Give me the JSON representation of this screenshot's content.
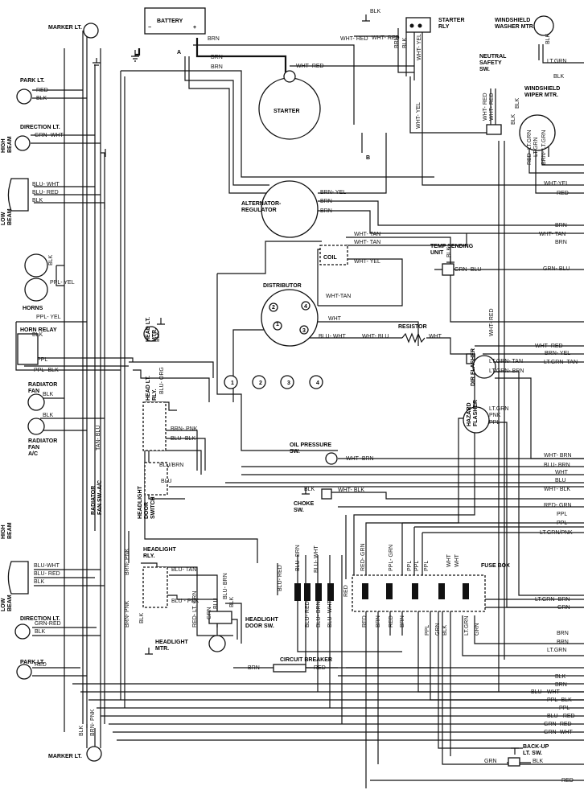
{
  "components": {
    "marker_lt_top": "MARKER LT.",
    "battery": "BATTERY",
    "starter_rly": "STARTER\nRLY",
    "windshield_washer_mtr": "WINDSHIELD\nWASHER MTR.",
    "park_lt_top": "PARK LT.",
    "direction_lt_top": "DIRECTION LT.",
    "high_beam_top": "HIGH\nBEAM",
    "low_beam_top": "LOW\nBEAM",
    "horns": "HORNS",
    "horn_relay": "HORN RELAY",
    "radiator_fan": "RADIATOR\nFAN",
    "radiator_fan_ac": "RADIATOR\nFAN\nA/C",
    "radiator_fan_sw_ac": "RADIATOR\nFAN SW.-A/C",
    "starter": "STARTER",
    "alternator_regulator": "ALTERNATOR-\nREGULATOR",
    "neutral_safety_sw": "NEUTRAL\nSAFETY\nSW.",
    "windshield_wiper_mtr": "WINDSHIELD\nWIPER MTR.",
    "coil": "COIL",
    "temp_sending_unit": "TEMP SENDING\nUNIT",
    "distributor": "DISTRIBUTOR",
    "resistor": "RESISTOR",
    "dir_flasher": "DIR FLASHER",
    "hazard_flasher": "HAZARD\nFLASHER",
    "head_lt_mtr": "HEAD LT.\nMTR.",
    "head_lt_rly": "HEAD LT.\nRLY.",
    "headlight_door_switch": "HEADLIGHT\nDOOR\nSWITCH",
    "oil_pressure_sw": "OIL PRESSURE\nSW.",
    "choke_sw": "CHOKE\nSW.",
    "headlight_rly": "HEADLIGHT\nRLY.",
    "headlight_mtr": "HEADLIGHT\nMTR.",
    "headlight_door_sw": "HEADLIGHT\nDOOR SW.",
    "fuse_box": "FUSE BOX",
    "circuit_breaker": "CIRCUIT BREAKER",
    "high_beam_bottom": "HIGH\nBEAM",
    "low_beam_bottom": "LOW\nBEAM",
    "direction_lt_bottom": "DIRECTION LT.",
    "park_lt_bottom": "PARK LT.",
    "marker_lt_bottom": "MARKER LT.",
    "back_up_lt_sw": "BACK-UP\nLT. SW."
  },
  "markers": {
    "a": "A",
    "b": "B",
    "plus": "+",
    "minus": "−",
    "dist_1": "1",
    "dist_2": "2",
    "dist_3": "3",
    "dist_4": "4",
    "legend_1": "1",
    "legend_2": "2",
    "legend_3": "3",
    "legend_4": "4"
  },
  "wire_labels": [
    "BLK",
    "BRN",
    "BRN",
    "BRN",
    "WHT- RED",
    "WHT- RED",
    "WHT- RED",
    "BRN",
    "BLK",
    "BLK",
    "LT.GRN",
    "BLK",
    "RED",
    "BLK",
    "GRN- WHT",
    "BLU- WHT",
    "BLU- RED",
    "BLK",
    "BLK",
    "PPL- YEL",
    "PPL- YEL",
    "BLK",
    "PPL",
    "PPL- BLK",
    "BLK",
    "BLK",
    "TAN- BLU",
    "BRN- YEL",
    "BRN",
    "BRN",
    "WHT- YEL",
    "WHT- YEL",
    "WHT- RED",
    "WHT- RED",
    "BLK",
    "BLK",
    "RED- LT.GRN",
    "LT.GRN",
    "BRN- LT.GRN",
    "WHT- TAN",
    "WHT- TAN",
    "WHT- YEL",
    "GRN- BLU",
    "BLK",
    "WHT-TAN",
    "WHT",
    "BLU- WHT",
    "WHT- BLU",
    "WHT",
    "WHT-YEL",
    "RED",
    "BRN",
    "WHT- TAN",
    "BRN",
    "GRN- BLU",
    "WHT- RED",
    "WHT- RED",
    "BRN- YEL",
    "LT.GRN- TAN",
    "LT.GRN- TAN",
    "LT.GRN- BRN",
    "LT.GRN\nPNK",
    "PPL",
    "BLK",
    "BLU- ORG",
    "BRN- PNK",
    "BLU- BLK",
    "BLU/BRN",
    "BLU",
    "WHT- BRN",
    "WHT- BRN",
    "BLU- BRN",
    "WHT",
    "BLU",
    "WHT- BLK",
    "BLK",
    "WHT- BLK",
    "RED- GRN",
    "PPL",
    "PPL",
    "LT.GRN/PNK",
    "BRN- PNK",
    "BLU- TAN",
    "BLU - PNK",
    "BRN- PNK",
    "BLK",
    "RED- LT. GRN",
    "GRN",
    "BLU",
    "BLU- BRN",
    "BLK",
    "BLU- RED",
    "BLU- BRN",
    "BLU- WHT",
    "BLU- RED",
    "BLU- BRN",
    "BLU- WHT",
    "RED",
    "RED- GRN",
    "PPL- GRN",
    "PPL",
    "PPL",
    "PPL",
    "WHT",
    "WHT",
    "RED",
    "BRN",
    "RED",
    "BRN",
    "PPL",
    "GRN",
    "BLK",
    "LT.GRN",
    "GRN",
    "LT.GRN- BRN",
    "GRN",
    "BRN",
    "BRN",
    "LT.GRN",
    "BLU-WHT",
    "BLU- RED",
    "BLK",
    "GRN-RED",
    "BLK",
    "RED",
    "BLK",
    "BRN- PNK",
    "BRN",
    "RED",
    "BLK",
    "BRN",
    "BLU - WHT",
    "PPL- BLK",
    "PPL",
    "BLU - RED",
    "GRN- RED",
    "GRN- WHT",
    "GRN",
    "BLK",
    "RED",
    "BLU"
  ]
}
